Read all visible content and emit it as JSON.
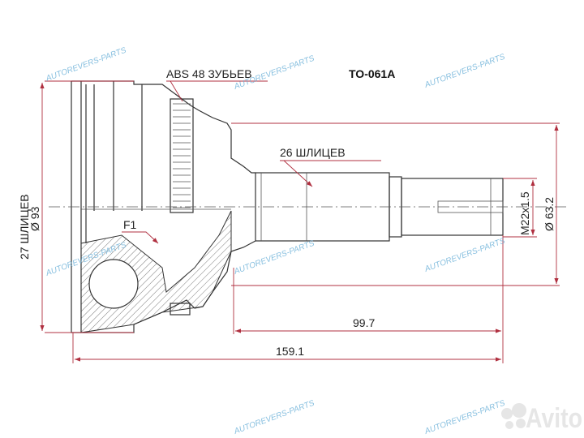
{
  "part_number": "TO-061A",
  "labels": {
    "abs": "ABS 48 ЗУБЬЕВ",
    "shaft_splines": "26 ШЛИЦЕВ",
    "outer_splines": "27 ШЛИЦЕВ",
    "outer_diameter": "Ø 93",
    "f1": "F1",
    "thread": "M22x1.5",
    "shaft_diameter": "Ø 63.2",
    "length_shaft": "99.7",
    "length_total": "159.1"
  },
  "watermark": "AUTOREVERS-PARTS",
  "brand_logo": "Avito",
  "colors": {
    "dimension": "#b03040",
    "watermark": "#6ab0d8"
  }
}
